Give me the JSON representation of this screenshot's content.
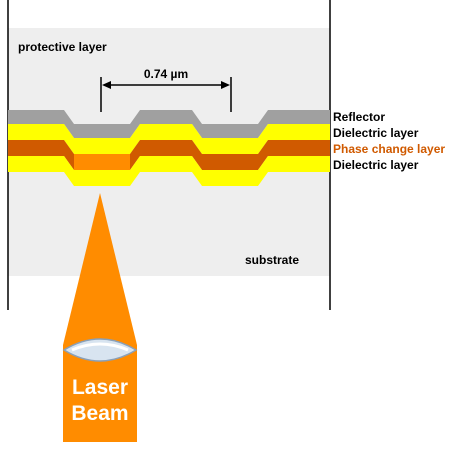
{
  "labels": {
    "protective_layer": "protective layer",
    "pitch": "0.74 µm",
    "reflector": "Reflector",
    "dielectric_top": "Dielectric layer",
    "phase_change": "Phase change layer",
    "dielectric_bottom": "Dielectric layer",
    "substrate": "substrate",
    "laser_line1": "Laser",
    "laser_line2": "Beam"
  },
  "colors": {
    "background": "#ffffff",
    "region": "#eeeeee",
    "reflector": "#a0a0a0",
    "dielectric": "#ffff00",
    "phase_change": "#d05a00",
    "phase_change_label": "#d05a00",
    "laser": "#ff8c00",
    "lens": "#d8e4f0",
    "text": "#000000"
  }
}
